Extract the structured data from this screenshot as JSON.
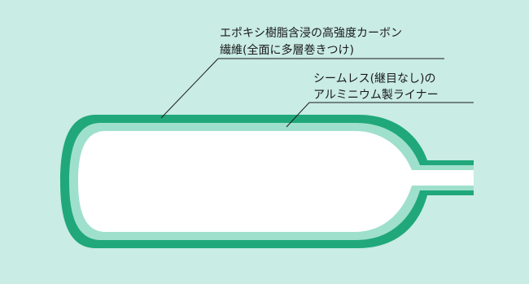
{
  "labels": {
    "outer_layer_line1": "エポキシ樹脂含浸の高強度カーボン",
    "outer_layer_line2": "繊維(全面に多層巻きつけ)",
    "liner_line1": "シームレス(継目なし)の",
    "liner_line2": "アルミニウム製ライナー"
  },
  "colors": {
    "background": "#c9ece4",
    "outer_layer": "#20a87a",
    "liner": "#9fe0cc",
    "interior": "#ffffff",
    "leader_line": "#1a1a1a"
  }
}
